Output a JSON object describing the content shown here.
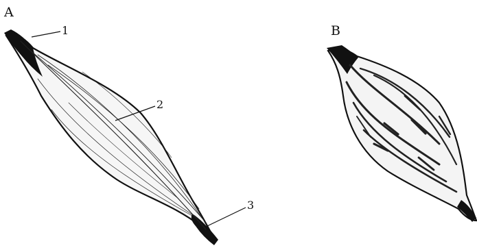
{
  "figure": {
    "panels": [
      {
        "label": "A"
      },
      {
        "label": "B"
      }
    ],
    "callouts": [
      {
        "label": "1"
      },
      {
        "label": "2"
      },
      {
        "label": "3"
      }
    ]
  }
}
